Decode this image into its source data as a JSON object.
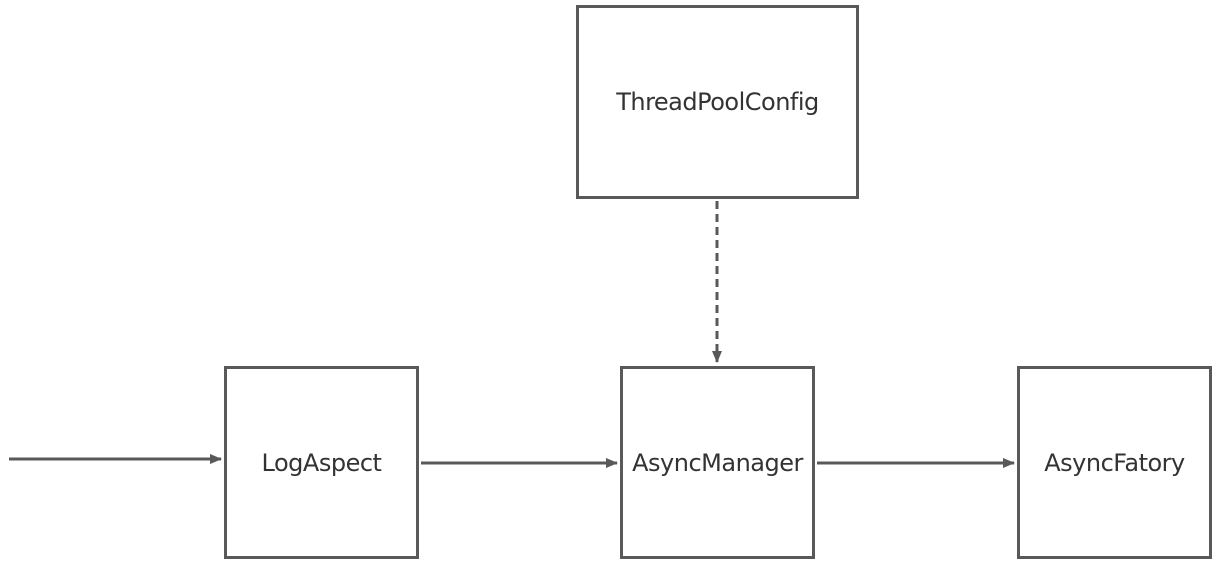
{
  "diagram": {
    "nodes": {
      "thread_pool_config": "ThreadPoolConfig",
      "log_aspect": "LogAspect",
      "async_manager": "AsyncManager",
      "async_factory": "AsyncFatory"
    },
    "edges": [
      {
        "from": "(entry)",
        "to": "LogAspect",
        "style": "solid"
      },
      {
        "from": "LogAspect",
        "to": "AsyncManager",
        "style": "solid"
      },
      {
        "from": "AsyncManager",
        "to": "AsyncFatory",
        "style": "solid"
      },
      {
        "from": "ThreadPoolConfig",
        "to": "AsyncManager",
        "style": "dashed"
      }
    ],
    "colors": {
      "stroke": "#595959",
      "text": "#333333",
      "background": "#ffffff"
    }
  }
}
